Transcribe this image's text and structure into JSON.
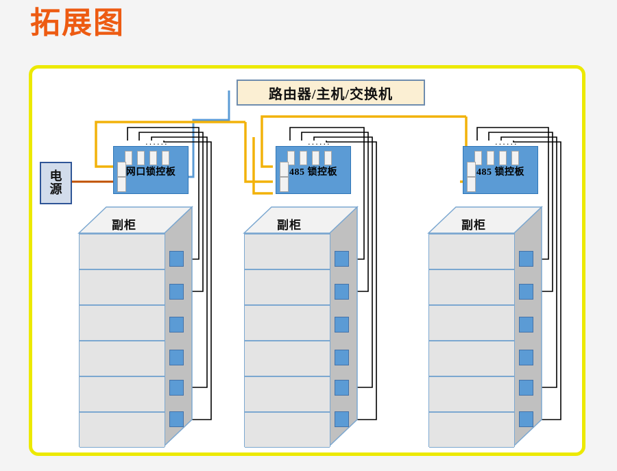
{
  "page": {
    "title": "拓展图",
    "background_color": "#f4f4f4",
    "frame_border_color": "#ECE900",
    "frame_fill_color": "#ffffff"
  },
  "colors": {
    "title_orange": "#ED5B12",
    "board_blue": "#5B9BD5",
    "board_border": "#2E75B6",
    "router_fill": "#FBEFD3",
    "router_border": "#6E8CAE",
    "power_fill": "#D2DCEB",
    "power_border": "#2F5597",
    "cabinet_front": "#E4E4E4",
    "cabinet_side": "#C0C0C0",
    "cabinet_top": "#F2F2F2",
    "cabinet_outline": "#7BA7D0",
    "lock_blue": "#5B9BD5",
    "bus_wire_yellow": "#F2B20A",
    "power_wire_orange": "#C05000",
    "network_wire_blue": "#5B9BD5",
    "lock_wire_black": "#000000"
  },
  "router": {
    "label": "路由器/主机/交换机"
  },
  "power_supply": {
    "label_line1": "电",
    "label_line2": "源"
  },
  "boards": [
    {
      "id": "board-1",
      "label": "网口锁控板",
      "dots": "......",
      "top_pads": 4,
      "left_pads": 2
    },
    {
      "id": "board-2",
      "label": "485 锁控板",
      "dots": "......",
      "top_pads": 4,
      "left_pads": 2
    },
    {
      "id": "board-3",
      "label": "485 锁控板",
      "dots": "......",
      "top_pads": 4,
      "left_pads": 2
    }
  ],
  "cabinets": [
    {
      "id": "cabinet-1",
      "label": "副柜",
      "drawers": 6,
      "locks": 6
    },
    {
      "id": "cabinet-2",
      "label": "副柜",
      "drawers": 6,
      "locks": 6
    },
    {
      "id": "cabinet-3",
      "label": "副柜",
      "drawers": 6,
      "locks": 6
    }
  ]
}
